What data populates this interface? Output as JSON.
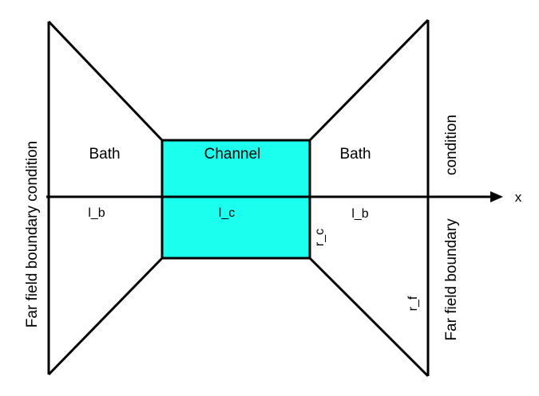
{
  "diagram": {
    "labels": {
      "left_boundary": "Far field boundary condition",
      "right_boundary_top": "condition",
      "right_boundary_bottom": "Far field boundary",
      "bath_left": "Bath",
      "channel": "Channel",
      "bath_right": "Bath",
      "axis_x": "x",
      "l_b_left": "l_b",
      "l_c": "l_c",
      "l_b_right": "l_b",
      "r_c": "r_c",
      "r_f": "r_f"
    },
    "colors": {
      "channel_fill": "#1BFFEE",
      "stroke": "#000000"
    }
  }
}
